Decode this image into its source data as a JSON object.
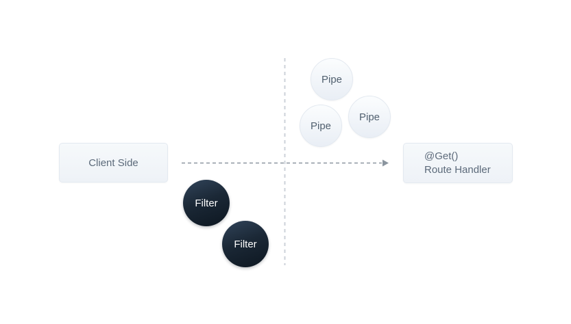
{
  "diagram": {
    "description": "Request flow diagram: client side passes through filters and pipes to a route handler"
  },
  "nodes": {
    "client": {
      "label": "Client Side"
    },
    "route_handler": {
      "decorator": "@Get()",
      "label": "Route Handler"
    }
  },
  "pipes": [
    {
      "label": "Pipe"
    },
    {
      "label": "Pipe"
    },
    {
      "label": "Pipe"
    }
  ],
  "filters": [
    {
      "label": "Filter"
    },
    {
      "label": "Filter"
    }
  ],
  "colors": {
    "background": "#ffffff",
    "node_fill": "#f1f5f9",
    "node_border": "#e3e9f0",
    "node_text": "#5c6a7a",
    "pipe_fill": "#eef2f7",
    "pipe_text": "#51606f",
    "filter_fill_dark": "#16212e",
    "filter_text": "#ffffff",
    "arrow_line": "#8b959f",
    "divider_line": "#ccd2d9"
  }
}
